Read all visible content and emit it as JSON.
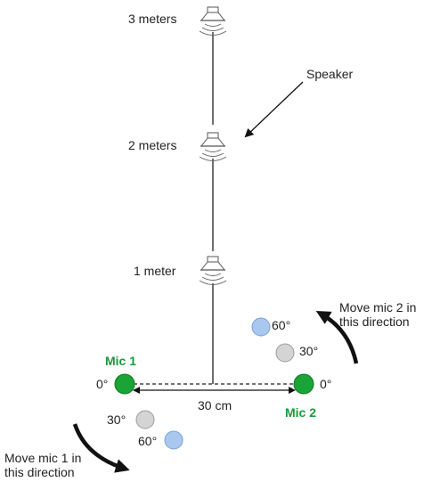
{
  "labels": {
    "distance_3m": "3 meters",
    "distance_2m": "2 meters",
    "distance_1m": "1 meter",
    "speaker": "Speaker",
    "mic1": "Mic 1",
    "mic2": "Mic 2",
    "spacing": "30 cm",
    "mic1_zero": "0°",
    "mic2_zero": "0°",
    "mic1_30": "30°",
    "mic1_60": "60°",
    "mic2_30": "30°",
    "mic2_60": "60°",
    "move_mic1_line1": "Move mic 1 in",
    "move_mic1_line2": "this direction",
    "move_mic2_line1": "Move mic 2 in",
    "move_mic2_line2": "this direction"
  },
  "icons": {
    "speaker": "speaker-icon",
    "mic": "microphone-dot",
    "arrow": "curved-arrow"
  },
  "colors": {
    "mic": "#1aa336",
    "mic_stroke": "#0d7a23",
    "position_30": "#d4d4d4",
    "position_60": "#a9c8f0",
    "line": "#222222"
  }
}
